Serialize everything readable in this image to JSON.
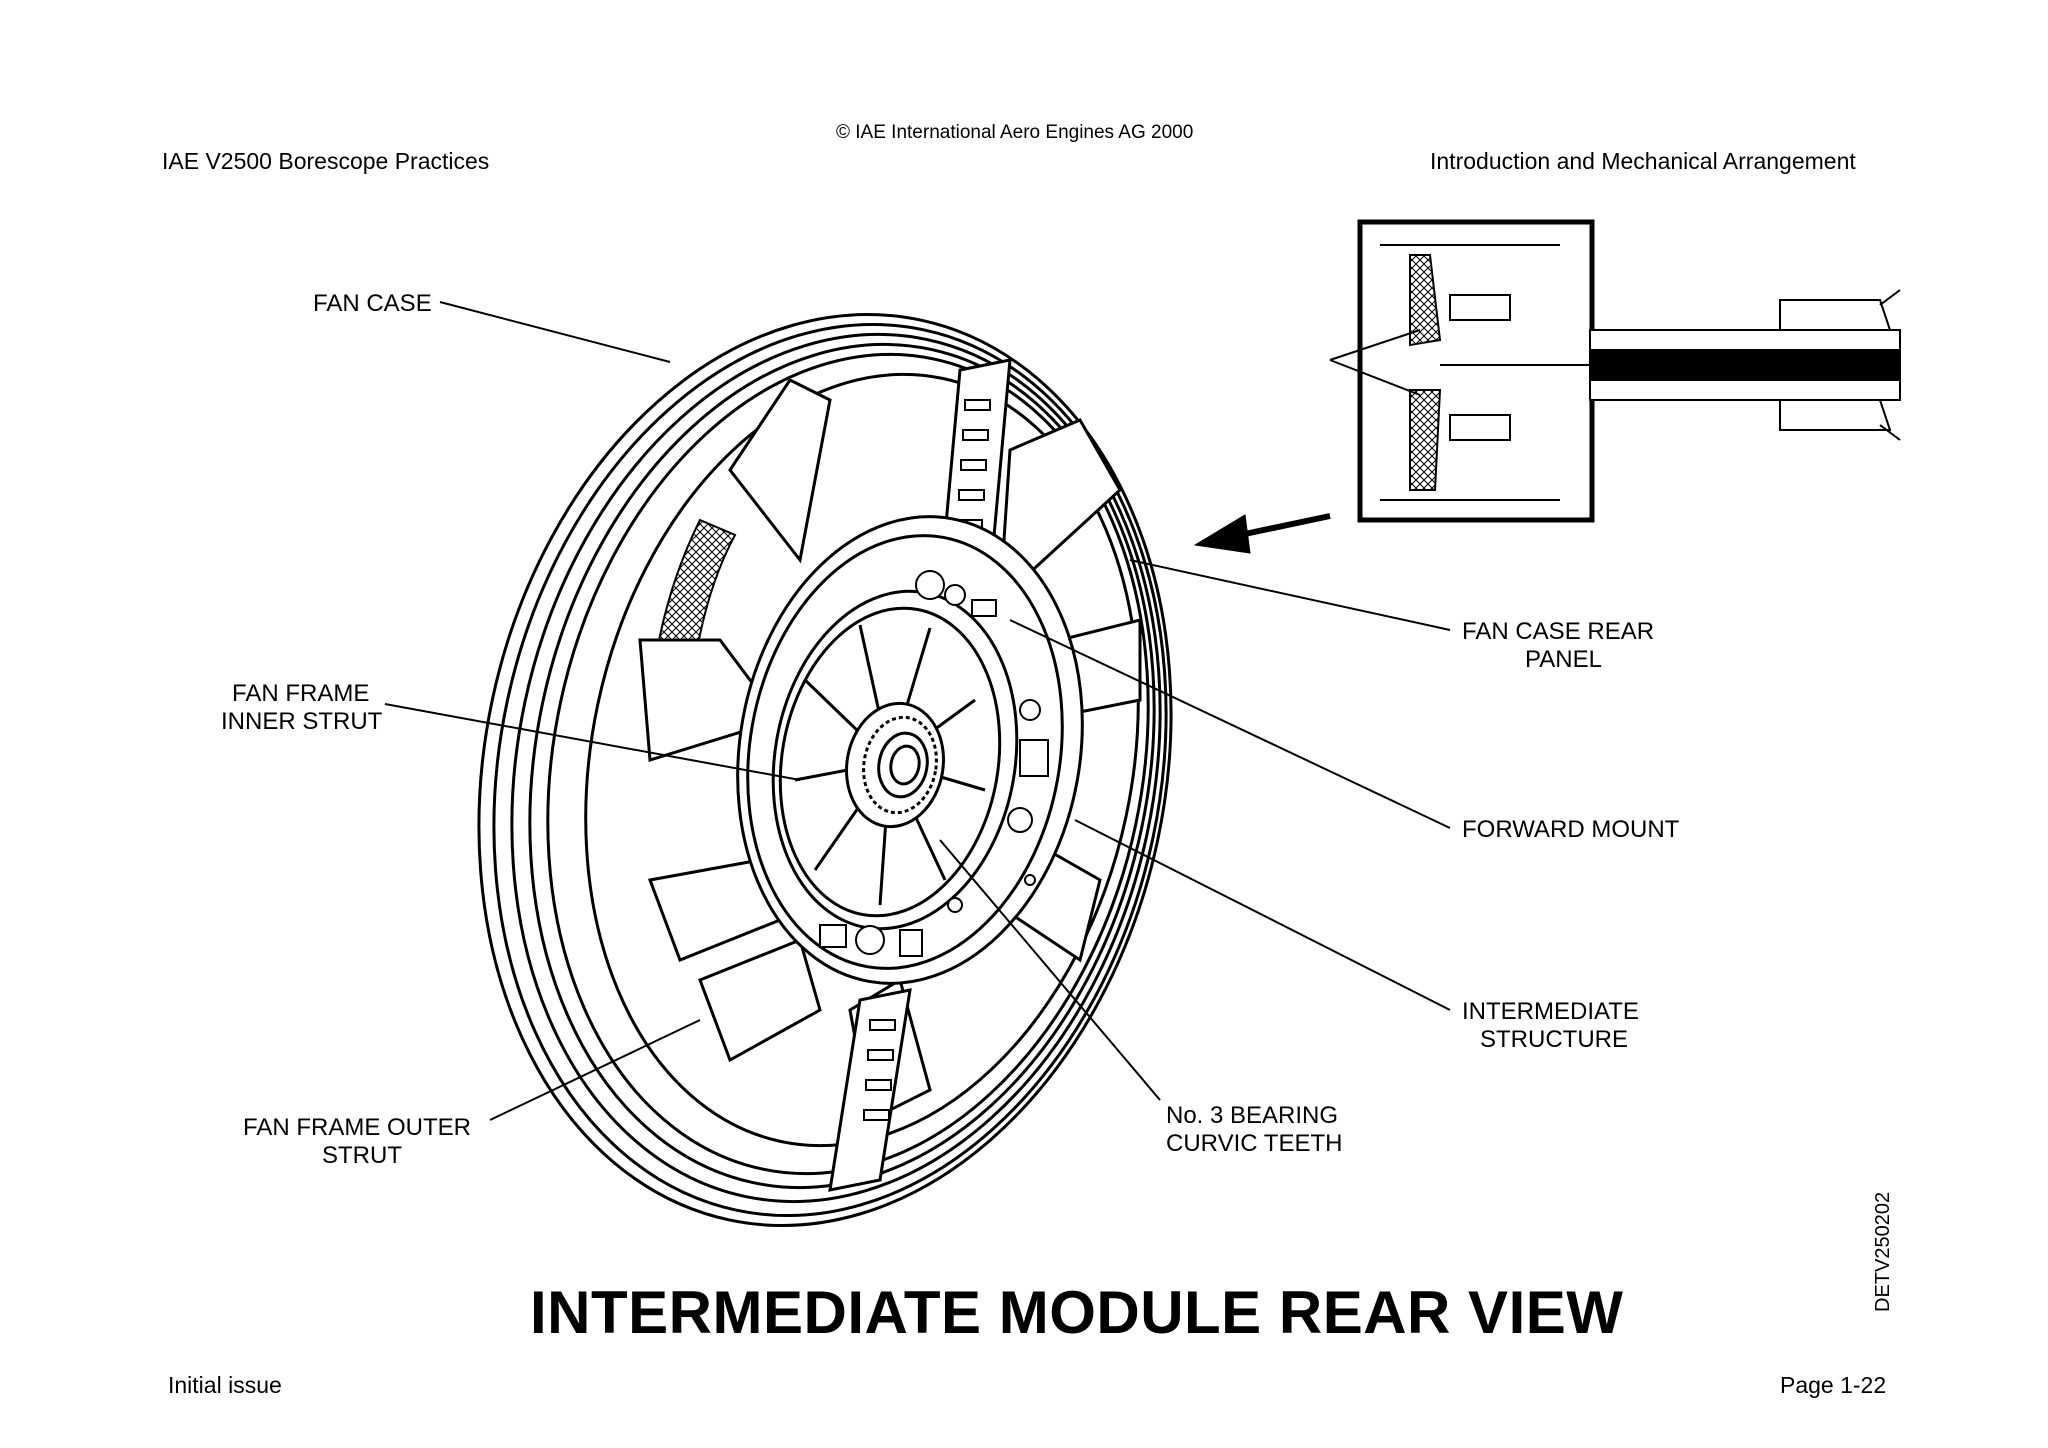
{
  "header": {
    "left": "IAE V2500 Borescope Practices",
    "center": "© IAE International Aero Engines AG 2000",
    "right": "Introduction and Mechanical Arrangement"
  },
  "labels": {
    "fan_case": "FAN CASE",
    "fan_frame_inner_strut_1": "FAN FRAME",
    "fan_frame_inner_strut_2": "INNER STRUT",
    "fan_frame_outer_strut_1": "FAN FRAME OUTER",
    "fan_frame_outer_strut_2": "STRUT",
    "fan_case_rear_panel_1": "FAN CASE REAR",
    "fan_case_rear_panel_2": "PANEL",
    "forward_mount": "FORWARD MOUNT",
    "intermediate_structure_1": "INTERMEDIATE",
    "intermediate_structure_2": "STRUCTURE",
    "bearing_1": "No. 3 BEARING",
    "bearing_2": "CURVIC TEETH"
  },
  "figure_code": "DETV250202",
  "title": "INTERMEDIATE MODULE REAR VIEW",
  "footer": {
    "left": "Initial issue",
    "right": "Page 1-22"
  }
}
